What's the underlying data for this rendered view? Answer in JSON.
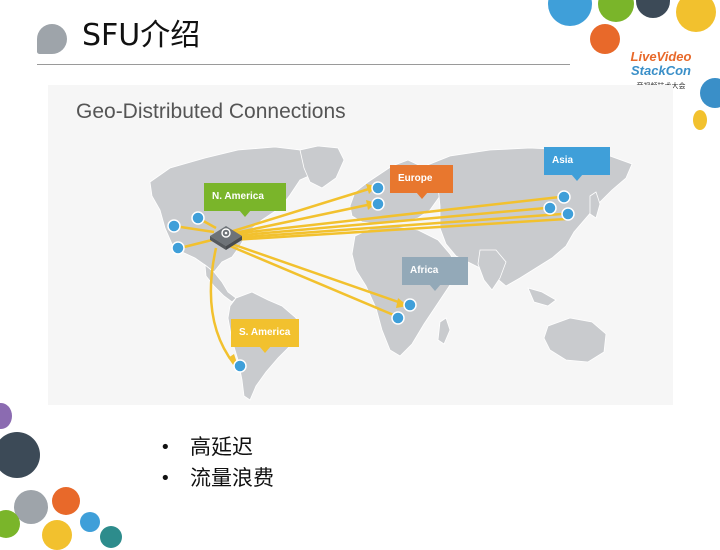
{
  "slide": {
    "title": "SFU介绍",
    "panel_title": "Geo-Distributed Connections"
  },
  "logo": {
    "line1": "LiveVideo",
    "line2": "StackCon",
    "subtitle": "音视频技术大会"
  },
  "diagram": {
    "hub": {
      "icon": "gear-router-icon"
    },
    "regions": [
      {
        "id": "n-america",
        "label": "N. America",
        "color": "#7ab52a"
      },
      {
        "id": "europe",
        "label": "Europe",
        "color": "#e8772e"
      },
      {
        "id": "asia",
        "label": "Asia",
        "color": "#3f9fd9"
      },
      {
        "id": "africa",
        "label": "Africa",
        "color": "#93a9b8"
      },
      {
        "id": "s-america",
        "label": "S. America",
        "color": "#f2c12e"
      }
    ],
    "arrow_color": "#f2c12e",
    "land_color": "#c9cbce"
  },
  "bullets": [
    "高延迟",
    "流量浪费"
  ]
}
